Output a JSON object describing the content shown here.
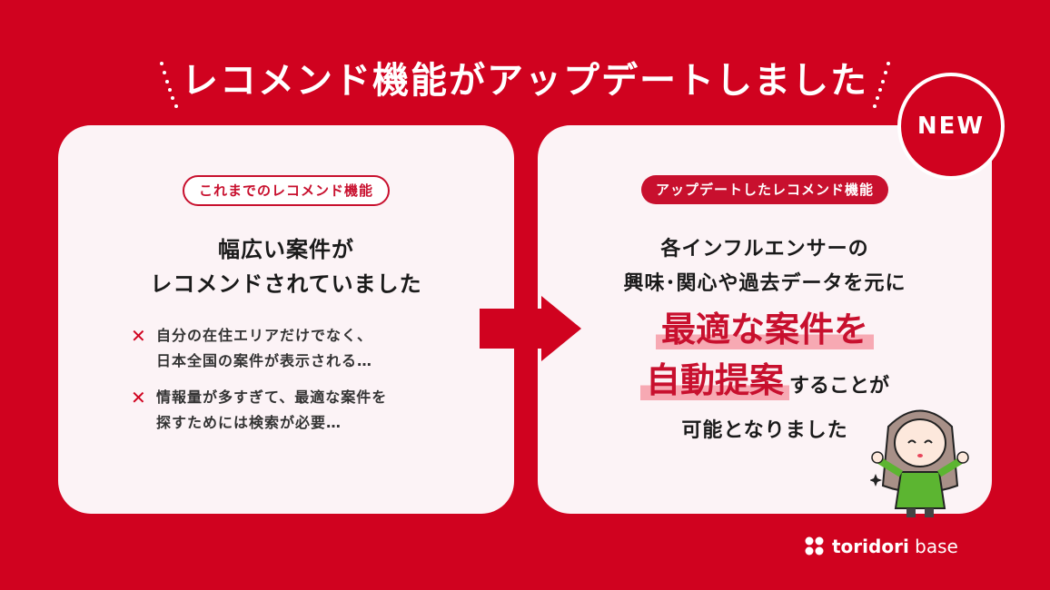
{
  "title": "レコメンド機能がアップデートしました",
  "colors": {
    "background": "#d0021f",
    "accent": "#c8102e",
    "card": "#fcf3f6",
    "highlight": "#f7a9b3"
  },
  "left_card": {
    "label": "これまでのレコメンド機能",
    "headline": [
      "幅広い案件が",
      "レコメンドされていました"
    ],
    "bullets": [
      {
        "icon": "x-mark-icon",
        "lines": [
          "自分の在住エリアだけでなく、",
          "日本全国の案件が表示される…"
        ]
      },
      {
        "icon": "x-mark-icon",
        "lines": [
          "情報量が多すぎて、最適な案件を",
          "探すためには検索が必要…"
        ]
      }
    ]
  },
  "right_card": {
    "label": "アップデートしたレコメンド機能",
    "headline": [
      "各インフルエンサーの",
      "興味･関心や過去データを元に"
    ],
    "emphasis_line1": "最適な案件を",
    "emphasis_line2_big": "自動提案",
    "emphasis_line2_small": "することが",
    "closing": "可能となりました"
  },
  "badge": {
    "label": "NEW"
  },
  "logo": {
    "bold": "toridori",
    "light": " base"
  }
}
